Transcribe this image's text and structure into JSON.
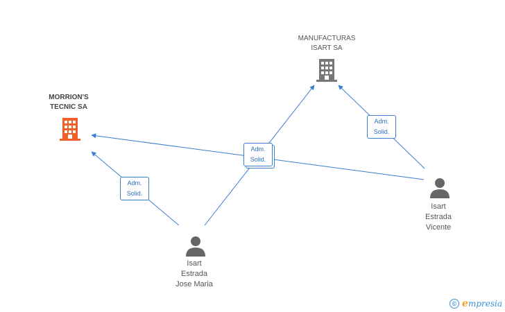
{
  "nodes": {
    "manufacturas": {
      "label": "MANUFACTURAS\nISART SA",
      "type": "company",
      "color": "#777777"
    },
    "morrions": {
      "label": "MORRION'S\nTECNIC SA",
      "type": "company",
      "color": "#f0602a",
      "focus": true
    },
    "vicente": {
      "label": "Isart\nEstrada\nVicente",
      "type": "person",
      "color": "#666666"
    },
    "jose_maria": {
      "label": "Isart\nEstrada\nJose Maria",
      "type": "person",
      "color": "#666666"
    }
  },
  "relations": [
    {
      "id": "vicente-manufacturas",
      "label": "Adm.\nSolid."
    },
    {
      "id": "vicente-morrions",
      "label": "Adm.\nSolid."
    },
    {
      "id": "jose-manufacturas",
      "label": "Adm.\nSolid."
    },
    {
      "id": "jose-morrions",
      "label": "Adm.\nSolid."
    }
  ],
  "edge_color": "#3a7ccf",
  "footer": {
    "copyright_symbol": "©",
    "brand_initial": "e",
    "brand_rest": "mpresia"
  }
}
